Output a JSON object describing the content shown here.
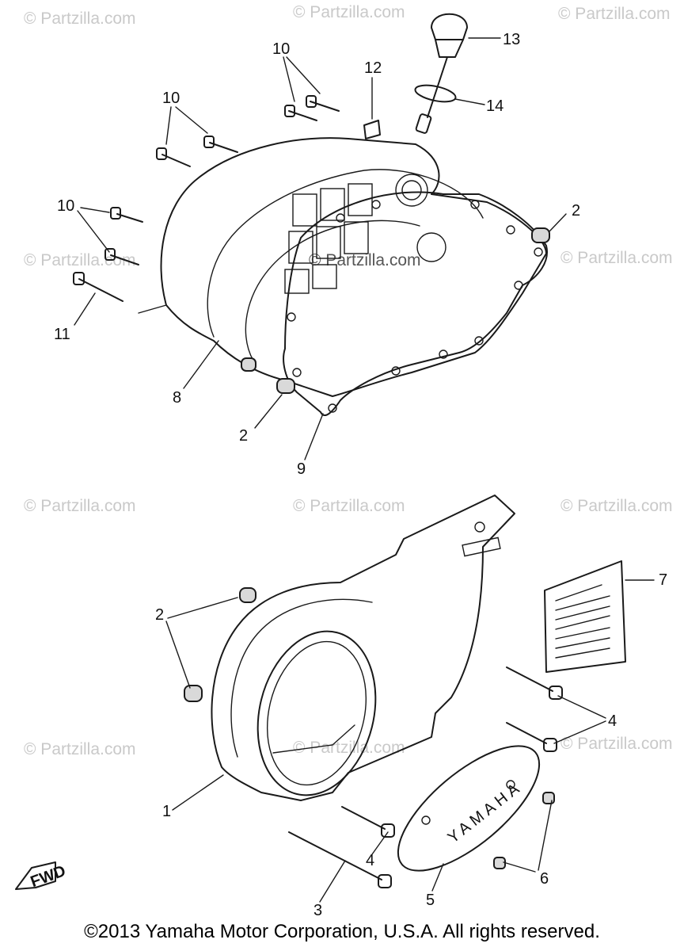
{
  "watermark": "© Partzilla.com",
  "fwd_label": "FWD",
  "cover_text": "YAMAHA",
  "copyright": "©2013 Yamaha Motor Corporation, U.S.A. All rights reserved.",
  "callouts": {
    "c1": "1",
    "c2a": "2",
    "c2b": "2",
    "c2c": "2",
    "c3": "3",
    "c4a": "4",
    "c4b": "4",
    "c5": "5",
    "c6": "6",
    "c7": "7",
    "c8": "8",
    "c9": "9",
    "c10a": "10",
    "c10b": "10",
    "c10c": "10",
    "c11": "11",
    "c12": "12",
    "c13": "13",
    "c14": "14"
  }
}
